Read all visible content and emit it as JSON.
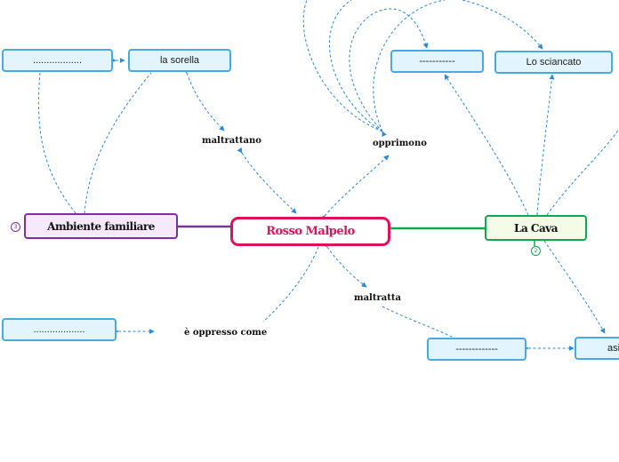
{
  "central": {
    "label": "Rosso Malpelo"
  },
  "main_topics": {
    "left": {
      "label": "Ambiente familiare",
      "badge": "3",
      "color": "#7d2f9e"
    },
    "right": {
      "label": "La Cava",
      "badge": "2",
      "color": "#0fa84e"
    }
  },
  "subtopics": {
    "left_blank_top": "..................",
    "sorella": "la sorella",
    "left_blank_bottom": "...................",
    "center_blank": "-----------",
    "sciancato": "Lo sciancato",
    "right_blank_bottom": "-------------",
    "right_cut": "asi"
  },
  "relations": {
    "maltrattano": "maltrattano",
    "opprimono": "opprimono",
    "maltratta": "maltratta",
    "oppresso": "è oppresso come"
  },
  "colors": {
    "central": "#e0105c",
    "leaf_border": "#48a9e6",
    "leaf_fill": "#e2f4fd",
    "relation_line": "#2b8ad6"
  }
}
